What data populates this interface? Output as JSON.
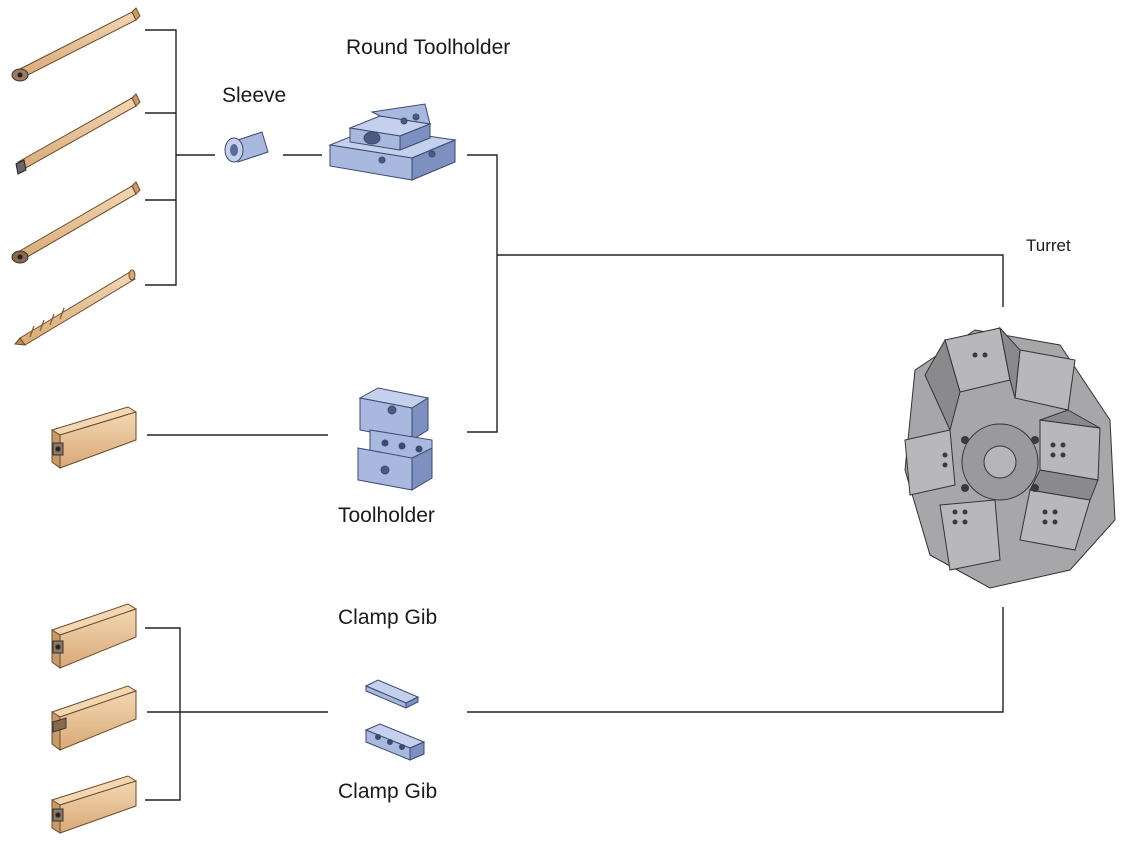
{
  "labels": {
    "round_toolholder": "Round Toolholder",
    "sleeve": "Sleeve",
    "turret": "Turret",
    "toolholder": "Toolholder",
    "clamp_gib_top": "Clamp Gib",
    "clamp_gib_bottom": "Clamp Gib"
  },
  "colors": {
    "tool": "#e8c49a",
    "tool_dark": "#c99a68",
    "holder": "#a9b8de",
    "holder_dark": "#7e90c0",
    "turret": "#a7a7a9",
    "turret_dark": "#7c7c7e",
    "line": "#222222"
  },
  "icons": {
    "boring_bar": "boring-bar-icon",
    "drill": "drill-icon",
    "square_tool": "square-shank-tool-icon",
    "sleeve": "sleeve-icon",
    "round_toolholder": "round-toolholder-icon",
    "toolholder": "toolholder-icon",
    "clamp_gib": "clamp-gib-icon",
    "turret": "turret-icon"
  }
}
